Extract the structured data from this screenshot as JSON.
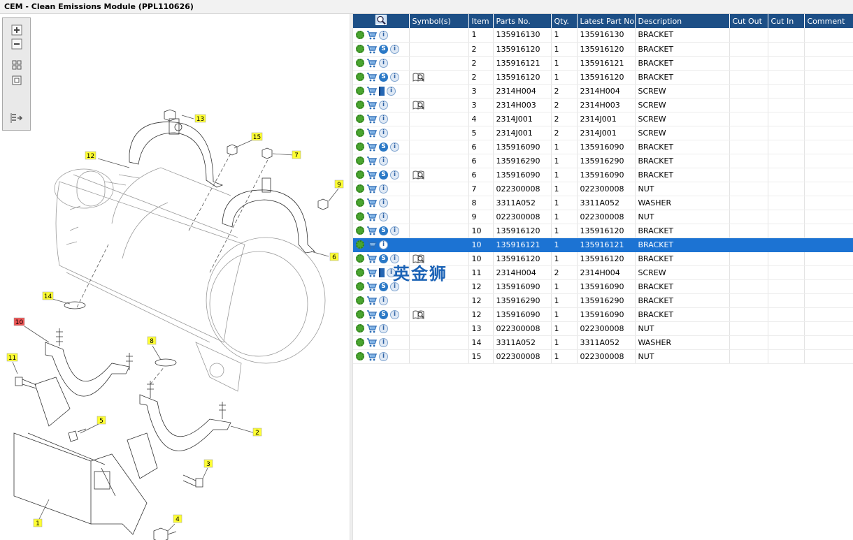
{
  "window": {
    "title": "CEM - Clean Emissions Module (PPL110626)"
  },
  "toolbar": {
    "buttons": [
      {
        "name": "zoom-in",
        "icon": "plus-icon"
      },
      {
        "name": "zoom-out",
        "icon": "minus-icon"
      },
      {
        "name": "fit-all",
        "icon": "grid-icon"
      },
      {
        "name": "fit-window",
        "icon": "square-icon"
      },
      {
        "name": "toggle-list",
        "icon": "list-arrow-icon"
      }
    ]
  },
  "diagram": {
    "callouts": [
      "1",
      "2",
      "3",
      "4",
      "5",
      "6",
      "7",
      "8",
      "9",
      "10",
      "11",
      "12",
      "13",
      "14",
      "15"
    ],
    "highlighted": "10",
    "colors": {
      "callout": "#ffff33",
      "highlight": "#ee5555"
    }
  },
  "table": {
    "columns": [
      "Symbol(s)",
      "Item",
      "Parts No.",
      "Qty.",
      "Latest Part No.",
      "Description",
      "Cut Out",
      "Cut In",
      "Comment"
    ],
    "rows": [
      {
        "icons": "gci",
        "sym": "",
        "item": "1",
        "part": "135916130",
        "qty": "1",
        "latest": "135916130",
        "desc": "BRACKET",
        "cut_out": "",
        "cut_in": "",
        "comment": ""
      },
      {
        "icons": "gcsi",
        "sym": "",
        "item": "2",
        "part": "135916120",
        "qty": "1",
        "latest": "135916120",
        "desc": "BRACKET",
        "cut_out": "",
        "cut_in": "",
        "comment": ""
      },
      {
        "icons": "gci",
        "sym": "",
        "item": "2",
        "part": "135916121",
        "qty": "1",
        "latest": "135916121",
        "desc": "BRACKET",
        "cut_out": "",
        "cut_in": "",
        "comment": ""
      },
      {
        "icons": "gcsi",
        "sym": "mag",
        "item": "2",
        "part": "135916120",
        "qty": "1",
        "latest": "135916120",
        "desc": "BRACKET",
        "cut_out": "",
        "cut_in": "",
        "comment": ""
      },
      {
        "icons": "gcbi",
        "sym": "",
        "item": "3",
        "part": "2314H004",
        "qty": "2",
        "latest": "2314H004",
        "desc": "SCREW",
        "cut_out": "",
        "cut_in": "",
        "comment": ""
      },
      {
        "icons": "gci",
        "sym": "mag",
        "item": "3",
        "part": "2314H003",
        "qty": "2",
        "latest": "2314H003",
        "desc": "SCREW",
        "cut_out": "",
        "cut_in": "",
        "comment": ""
      },
      {
        "icons": "gci",
        "sym": "",
        "item": "4",
        "part": "2314J001",
        "qty": "2",
        "latest": "2314J001",
        "desc": "SCREW",
        "cut_out": "",
        "cut_in": "",
        "comment": ""
      },
      {
        "icons": "gci",
        "sym": "",
        "item": "5",
        "part": "2314J001",
        "qty": "2",
        "latest": "2314J001",
        "desc": "SCREW",
        "cut_out": "",
        "cut_in": "",
        "comment": ""
      },
      {
        "icons": "gcsi",
        "sym": "",
        "item": "6",
        "part": "135916090",
        "qty": "1",
        "latest": "135916090",
        "desc": "BRACKET",
        "cut_out": "",
        "cut_in": "",
        "comment": ""
      },
      {
        "icons": "gci",
        "sym": "",
        "item": "6",
        "part": "135916290",
        "qty": "1",
        "latest": "135916290",
        "desc": "BRACKET",
        "cut_out": "",
        "cut_in": "",
        "comment": ""
      },
      {
        "icons": "gcsi",
        "sym": "mag",
        "item": "6",
        "part": "135916090",
        "qty": "1",
        "latest": "135916090",
        "desc": "BRACKET",
        "cut_out": "",
        "cut_in": "",
        "comment": ""
      },
      {
        "icons": "gci",
        "sym": "",
        "item": "7",
        "part": "022300008",
        "qty": "1",
        "latest": "022300008",
        "desc": "NUT",
        "cut_out": "",
        "cut_in": "",
        "comment": ""
      },
      {
        "icons": "gci",
        "sym": "",
        "item": "8",
        "part": "3311A052",
        "qty": "1",
        "latest": "3311A052",
        "desc": "WASHER",
        "cut_out": "",
        "cut_in": "",
        "comment": ""
      },
      {
        "icons": "gci",
        "sym": "",
        "item": "9",
        "part": "022300008",
        "qty": "1",
        "latest": "022300008",
        "desc": "NUT",
        "cut_out": "",
        "cut_in": "",
        "comment": ""
      },
      {
        "icons": "gcsi",
        "sym": "",
        "item": "10",
        "part": "135916120",
        "qty": "1",
        "latest": "135916120",
        "desc": "BRACKET",
        "cut_out": "",
        "cut_in": "",
        "comment": ""
      },
      {
        "icons": "gci",
        "sym": "",
        "item": "10",
        "part": "135916121",
        "qty": "1",
        "latest": "135916121",
        "desc": "BRACKET",
        "cut_out": "",
        "cut_in": "",
        "comment": "",
        "selected": true
      },
      {
        "icons": "gcsi",
        "sym": "mag",
        "item": "10",
        "part": "135916120",
        "qty": "1",
        "latest": "135916120",
        "desc": "BRACKET",
        "cut_out": "",
        "cut_in": "",
        "comment": ""
      },
      {
        "icons": "gcbi",
        "sym": "",
        "item": "11",
        "part": "2314H004",
        "qty": "2",
        "latest": "2314H004",
        "desc": "SCREW",
        "cut_out": "",
        "cut_in": "",
        "comment": ""
      },
      {
        "icons": "gcsi",
        "sym": "",
        "item": "12",
        "part": "135916090",
        "qty": "1",
        "latest": "135916090",
        "desc": "BRACKET",
        "cut_out": "",
        "cut_in": "",
        "comment": ""
      },
      {
        "icons": "gci",
        "sym": "",
        "item": "12",
        "part": "135916290",
        "qty": "1",
        "latest": "135916290",
        "desc": "BRACKET",
        "cut_out": "",
        "cut_in": "",
        "comment": ""
      },
      {
        "icons": "gcsi",
        "sym": "mag",
        "item": "12",
        "part": "135916090",
        "qty": "1",
        "latest": "135916090",
        "desc": "BRACKET",
        "cut_out": "",
        "cut_in": "",
        "comment": ""
      },
      {
        "icons": "gci",
        "sym": "",
        "item": "13",
        "part": "022300008",
        "qty": "1",
        "latest": "022300008",
        "desc": "NUT",
        "cut_out": "",
        "cut_in": "",
        "comment": ""
      },
      {
        "icons": "gci",
        "sym": "",
        "item": "14",
        "part": "3311A052",
        "qty": "1",
        "latest": "3311A052",
        "desc": "WASHER",
        "cut_out": "",
        "cut_in": "",
        "comment": ""
      },
      {
        "icons": "gci",
        "sym": "",
        "item": "15",
        "part": "022300008",
        "qty": "1",
        "latest": "022300008",
        "desc": "NUT",
        "cut_out": "",
        "cut_in": "",
        "comment": ""
      }
    ]
  },
  "watermark": {
    "text": "英金狮"
  }
}
